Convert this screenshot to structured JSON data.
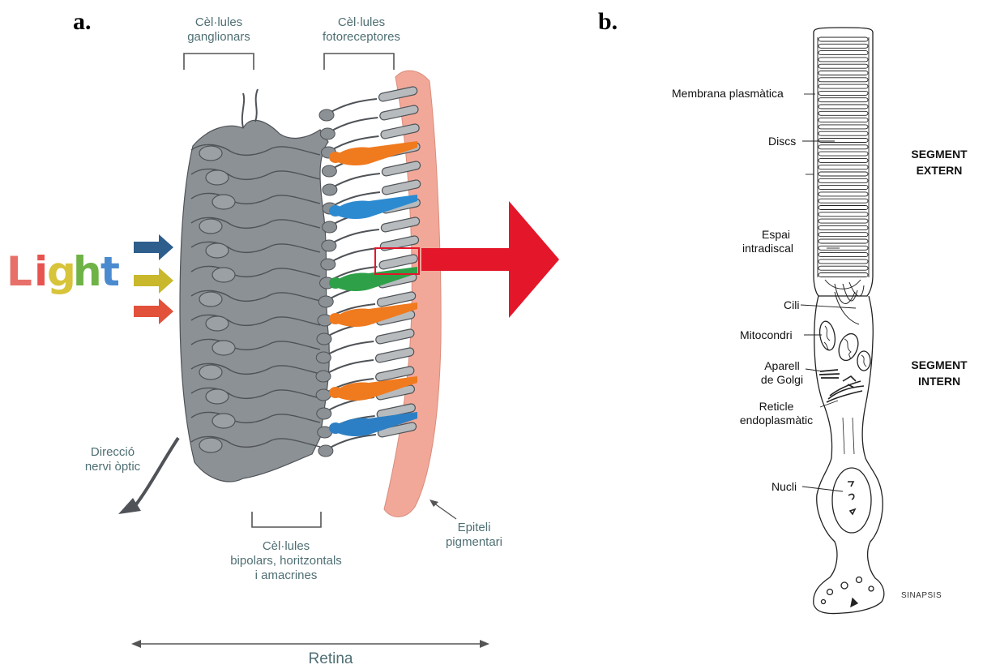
{
  "panel_a": {
    "letter": "a.",
    "ganglion_label": [
      "Cèl·lules",
      "ganglionars"
    ],
    "photoreceptor_label": [
      "Cèl·lules",
      "fotoreceptores"
    ],
    "light_word": [
      "L",
      "i",
      "g",
      "h",
      "t"
    ],
    "light_letter_colors": [
      "#e8706a",
      "#e7534f",
      "#d8c43a",
      "#6fb347",
      "#4a8bd0"
    ],
    "arrow_colors": [
      "#2d5e8c",
      "#c9b82c",
      "#e2513a"
    ],
    "optic_nerve_label": [
      "Direcció",
      "nervi òptic"
    ],
    "bipolar_label": [
      "Cèl·lules",
      "bipolars, horitzontals",
      "i amacrines"
    ],
    "pigment_label": [
      "Epiteli",
      "pigmentari"
    ],
    "retina_label": "Retina",
    "cone_colors": [
      "#f07a1e",
      "#2c8ad0",
      "#2ea048",
      "#f07a1e",
      "#f07a1e",
      "#2c7fc4"
    ],
    "pigment_color": "#f2a899",
    "big_arrow_color": "#e4162a"
  },
  "panel_b": {
    "letter": "b.",
    "labels": {
      "membrane": "Membrana plasmàtica",
      "discs": "Discs",
      "intradiscal": [
        "Espai",
        "intradiscal"
      ],
      "cilium": "Cili",
      "mitochondria": "Mitocondri",
      "golgi": [
        "Aparell",
        "de Golgi"
      ],
      "er": [
        "Reticle",
        "endoplasmàtic"
      ],
      "nucleus": "Nucli",
      "synapse": "SINAPSIS"
    },
    "segment_outer": [
      "SEGMENT",
      "EXTERN"
    ],
    "segment_inner": [
      "SEGMENT",
      "INTERN"
    ]
  }
}
